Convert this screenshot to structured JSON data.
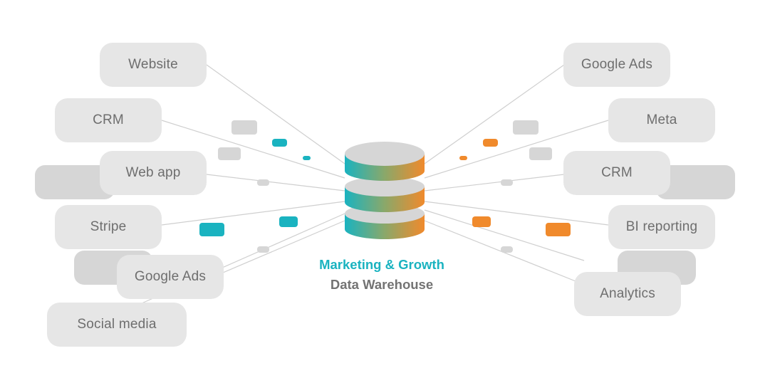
{
  "colors": {
    "teal": "#1ab3c0",
    "orange": "#f08a2c",
    "box_bg": "#e6e6e6",
    "ghost_bg": "#d6d6d6",
    "line": "#cfcfcf",
    "title_text": "#737373"
  },
  "icon": "database-icon",
  "title": {
    "line1": "Marketing & Growth",
    "line2": "Data Warehouse"
  },
  "sources": [
    {
      "label": "Website"
    },
    {
      "label": "CRM"
    },
    {
      "label": "Web app"
    },
    {
      "label": "Stripe"
    },
    {
      "label": "Google Ads"
    },
    {
      "label": "Social media"
    }
  ],
  "destinations": [
    {
      "label": "Google Ads"
    },
    {
      "label": "Meta"
    },
    {
      "label": "CRM"
    },
    {
      "label": "BI reporting"
    },
    {
      "label": "Analytics"
    }
  ]
}
